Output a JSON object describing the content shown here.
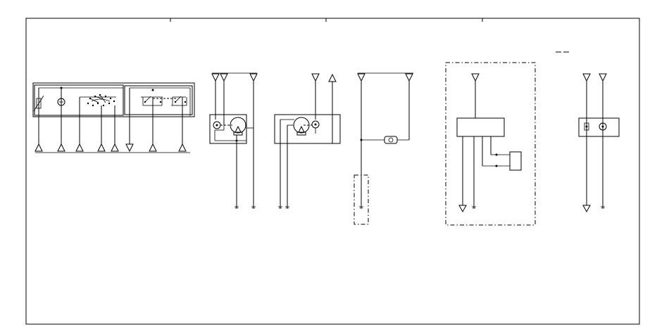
{
  "diagram": {
    "type": "electrical-wiring-schematic",
    "text_labels": [],
    "sections": [
      {
        "id": "switch-panel",
        "symbols": [
          "variable-resistor-icon",
          "motor-icon",
          "multi-switch-icon",
          "switch-pair-icon"
        ]
      },
      {
        "id": "motor-unit-left",
        "symbols": [
          "motor-icon",
          "fan-motor-icon"
        ]
      },
      {
        "id": "motor-unit-right",
        "symbols": [
          "fan-motor-icon",
          "motor-icon"
        ]
      },
      {
        "id": "sensor-circuit",
        "symbols": [
          "sensor-icon"
        ]
      },
      {
        "id": "control-module",
        "symbols": [
          "control-unit-icon",
          "relay-box-icon"
        ]
      },
      {
        "id": "right-component",
        "symbols": [
          "switch-icon",
          "lamp-icon"
        ]
      }
    ],
    "colors": {
      "line": "#000000",
      "background": "#ffffff"
    }
  }
}
